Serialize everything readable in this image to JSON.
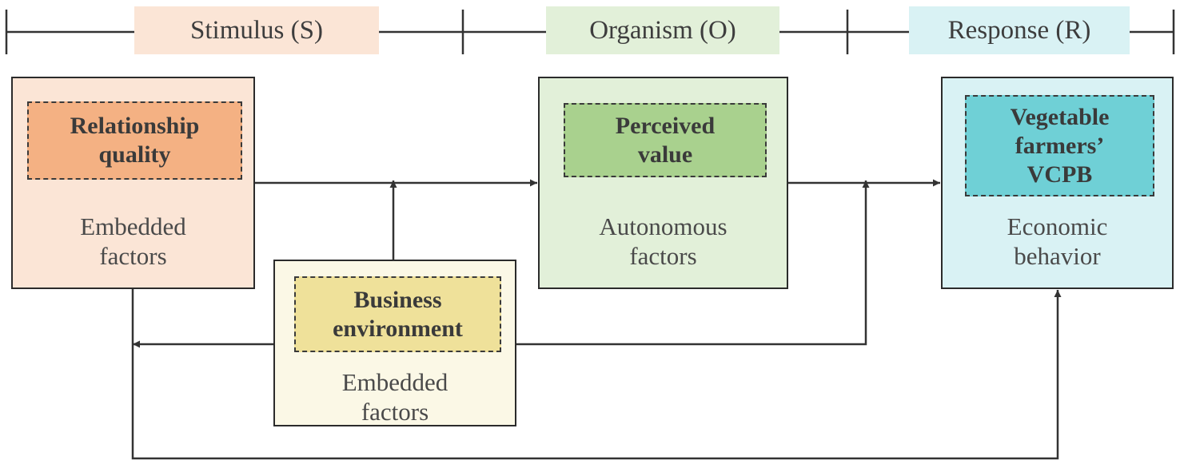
{
  "phases": {
    "stimulus": "Stimulus (S)",
    "organism": "Organism (O)",
    "response": "Response (R)"
  },
  "boxes": {
    "stimulus": {
      "title_line1": "Relationship",
      "title_line2": "quality",
      "sub_line1": "Embedded",
      "sub_line2": "factors"
    },
    "organism": {
      "title_line1": "Perceived",
      "title_line2": "value",
      "sub_line1": "Autonomous",
      "sub_line2": "factors"
    },
    "response": {
      "title_line1": "Vegetable",
      "title_line2": "farmers’",
      "title_line3": "VCPB",
      "sub_line1": "Economic",
      "sub_line2": "behavior"
    },
    "business": {
      "title_line1": "Business",
      "title_line2": "environment",
      "sub_line1": "Embedded",
      "sub_line2": "factors"
    }
  },
  "colors": {
    "stimulus_band": "#fbe5d6",
    "organism_band": "#e2f0d9",
    "response_band": "#d9f2f4",
    "stimulus_box": "#fbe5d6",
    "stimulus_inner": "#f4b183",
    "organism_box": "#e2f0d9",
    "organism_inner": "#a9d18e",
    "response_box": "#d9f2f4",
    "response_inner": "#6fd0d6",
    "business_box": "#fbf8e6",
    "business_inner": "#efe19a",
    "line": "#333333"
  }
}
